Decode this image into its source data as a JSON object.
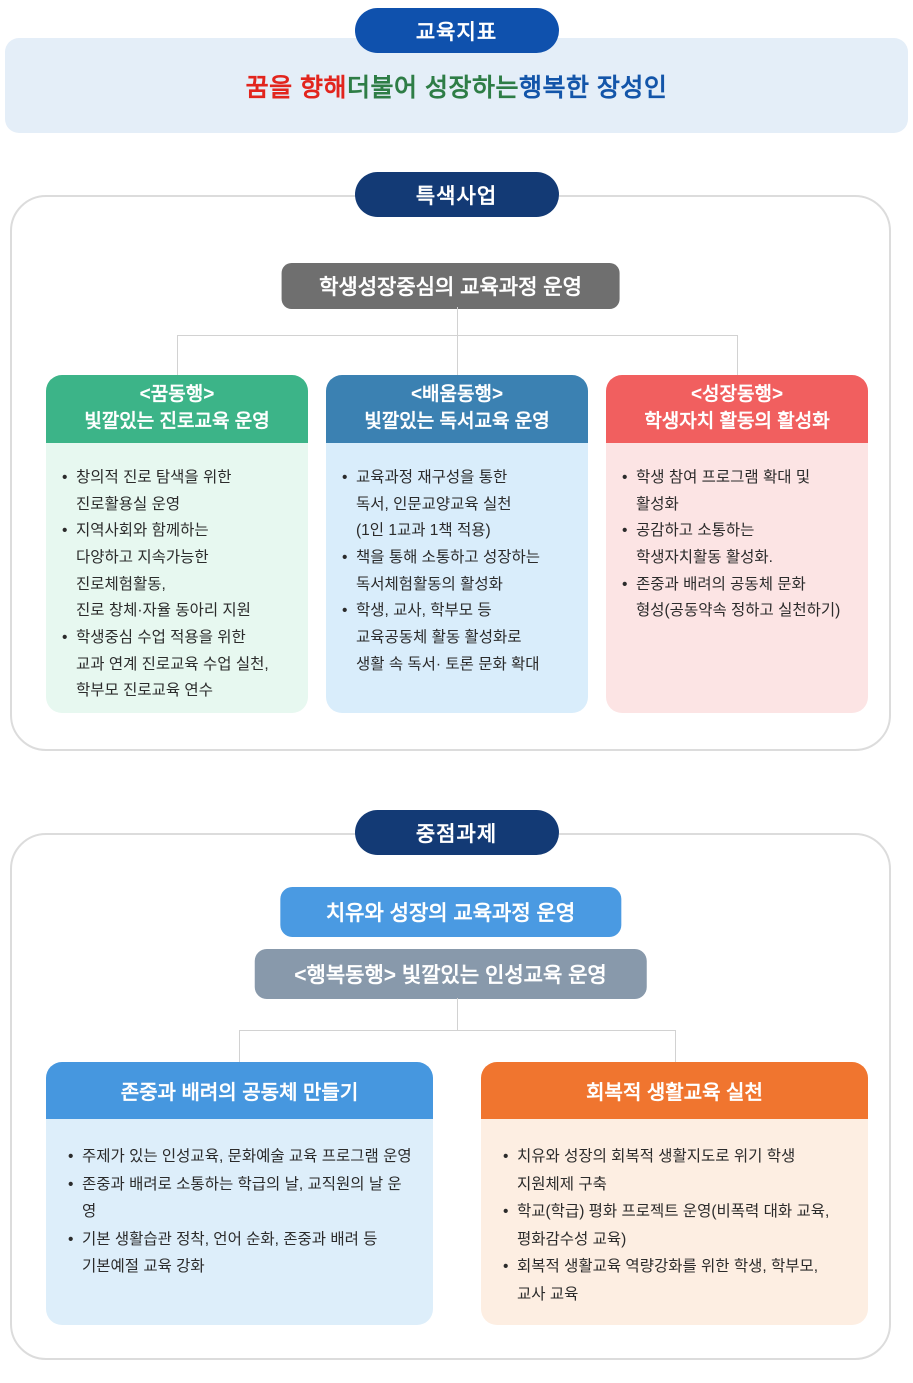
{
  "ui": {
    "bullet": "•"
  },
  "colors": {
    "badge_top_blue": "#0f51ad",
    "badge_navy": "#133a75",
    "banner_bg": "#e4eef8",
    "motto_red": "#e2241d",
    "motto_green": "#2e7d46",
    "motto_blue": "#1355a9",
    "gray_header": "#6f6f6f",
    "green_header": "#3cb488",
    "steel_blue_header": "#3b81b2",
    "red_header": "#f15f5f",
    "bright_blue_header": "#4a9ae2",
    "slate_header": "#8899ab",
    "orange_header": "#f0752f"
  },
  "top": {
    "badge": "교육지표",
    "motto_part1": "꿈을 향해 ",
    "motto_part2": "더불어 성장하는 ",
    "motto_part3": "행복한 장성인"
  },
  "section1": {
    "badge": "특색사업",
    "header": "학생성장중심의 교육과정 운영",
    "columns": [
      {
        "title_line1": "<꿈동행>",
        "title_line2": "빛깔있는 진로교육 운영",
        "bullets": [
          "창의적 진로 탐색을 위한\n진로활용실 운영",
          "지역사회와 함께하는\n다양하고 지속가능한\n진로체험활동,\n진로 창체·자율 동아리 지원",
          "학생중심 수업 적용을 위한\n교과 연계 진로교육 수업 실천,\n학부모 진로교육 연수"
        ]
      },
      {
        "title_line1": "<배움동행>",
        "title_line2": "빛깔있는 독서교육 운영",
        "bullets": [
          "교육과정 재구성을 통한\n독서, 인문교양교육 실천\n(1인 1교과 1책 적용)",
          "책을 통해 소통하고 성장하는\n독서체험활동의 활성화",
          "학생, 교사, 학부모 등\n교육공동체 활동 활성화로\n생활 속 독서· 토론 문화 확대"
        ]
      },
      {
        "title_line1": "<성장동행>",
        "title_line2": "학생자치 활동의 활성화",
        "bullets": [
          "학생 참여 프로그램 확대 및\n활성화",
          "공감하고 소통하는\n학생자치활동 활성화.",
          "존중과 배려의 공동체 문화\n형성(공동약속 정하고 실천하기)"
        ]
      }
    ]
  },
  "section2": {
    "badge": "중점과제",
    "header1": "치유와 성장의 교육과정 운영",
    "header2": "<행복동행> 빛깔있는 인성교육 운영",
    "columns": [
      {
        "title": "존중과 배려의 공동체 만들기",
        "bullets": [
          "주제가 있는 인성교육, 문화예술 교육 프로그램 운영",
          "존중과 배려로 소통하는 학급의 날, 교직원의 날 운영",
          "기본 생활습관 정착, 언어 순화, 존중과 배려 등\n기본예절 교육 강화"
        ]
      },
      {
        "title": "회복적 생활교육 실천",
        "bullets": [
          "치유와 성장의 회복적 생활지도로 위기 학생\n지원체제 구축",
          "학교(학급) 평화 프로젝트 운영(비폭력 대화 교육,\n평화감수성 교육)",
          "회복적 생활교육 역량강화를 위한 학생, 학부모,\n교사 교육"
        ]
      }
    ]
  }
}
